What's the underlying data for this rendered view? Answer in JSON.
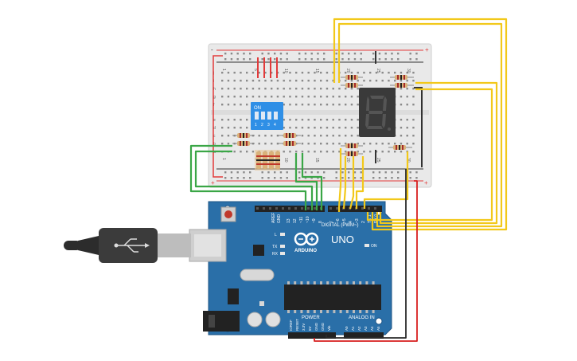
{
  "colors": {
    "board_blue": "#2a6fa8",
    "board_blue_dark": "#1d5486",
    "breadboard": "#e9e9e9",
    "breadboard_edge": "#cfcfcf",
    "rail_red": "#e23a3a",
    "rail_black": "#333333",
    "wire_yellow": "#f2c81a",
    "wire_green": "#3aa646",
    "wire_red": "#d81f1f",
    "wire_black": "#2b2b2b",
    "dip_switch": "#2f8fe6",
    "seven_segment": "#3a3a3a",
    "segment_off": "#4e4e4e",
    "resistor_body": "#d9b27a",
    "pin_header": "#222222",
    "usb_metal": "#c9c9c9",
    "usb_plug": "#3b3b3b"
  },
  "dip_switch": {
    "label": "ON",
    "numbers": [
      "1",
      "2",
      "3",
      "4"
    ]
  },
  "seven_segment": {
    "digit": "8"
  },
  "breadboard": {
    "row_letters_top": [
      "j",
      "i",
      "h",
      "g",
      "f"
    ],
    "row_letters_bottom": [
      "e",
      "d",
      "c",
      "b",
      "a"
    ],
    "column_numbers_left": [
      "1"
    ],
    "column_numbers": [
      "5",
      "10",
      "15",
      "20",
      "25",
      "30"
    ],
    "rail_plus": "+",
    "rail_minus": "-"
  },
  "arduino": {
    "brand": "ARDUINO",
    "model": "UNO",
    "header_digital": "DIGITAL (PWM~)",
    "header_power": "POWER",
    "header_analog": "ANALOG IN",
    "led_on": "ON",
    "led_l": "L",
    "led_tx": "TX",
    "led_rx": "RX",
    "top_pins": [
      "AREF",
      "GND",
      "13",
      "12",
      "~11",
      "~10",
      "~9",
      "8",
      "7",
      "~6",
      "~5",
      "4",
      "~3",
      "2",
      "TX 1",
      "RX 0"
    ],
    "power_pins": [
      "IOREF",
      "RESET",
      "3.3V",
      "5V",
      "GND",
      "GND",
      "Vin"
    ],
    "analog_pins": [
      "A0",
      "A1",
      "A2",
      "A3",
      "A4",
      "A5"
    ]
  }
}
